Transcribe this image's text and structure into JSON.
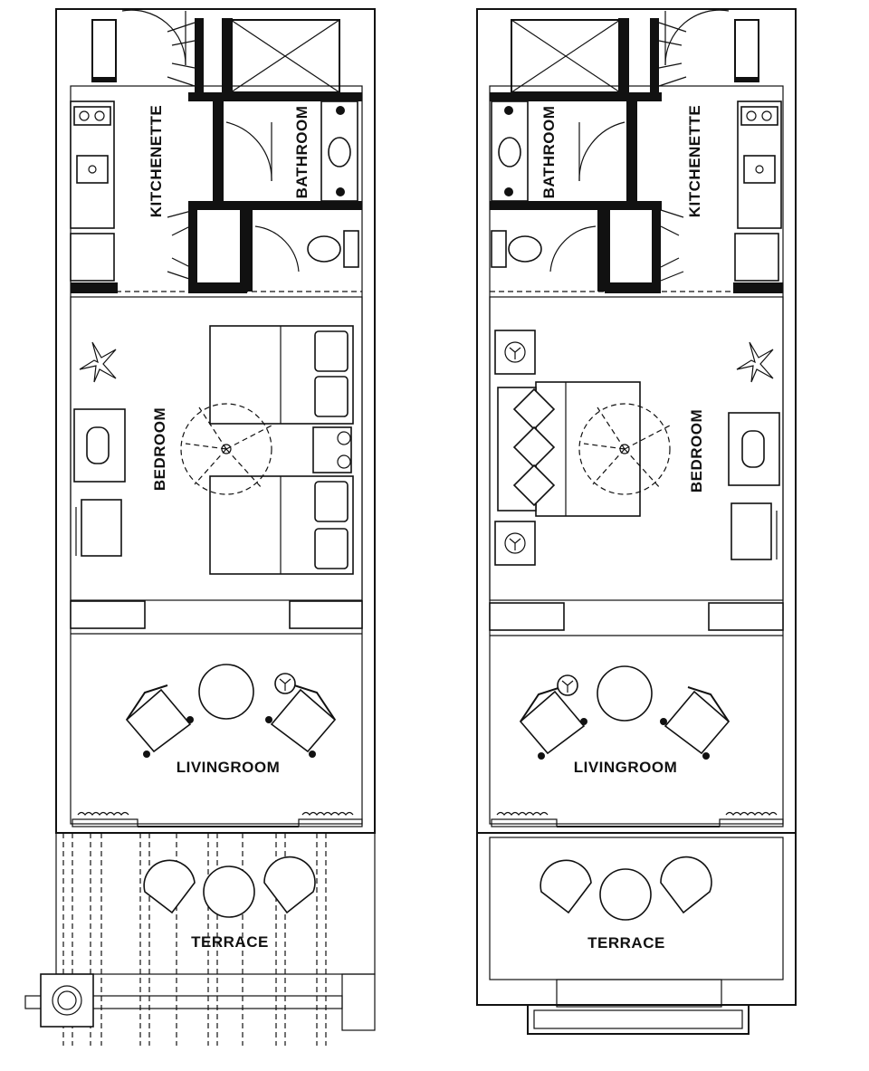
{
  "plans": [
    {
      "id": "left-unit",
      "rooms": {
        "kitchenette": "KITCHENETTE",
        "bathroom": "BATHROOM",
        "bedroom": "BEDROOM",
        "livingroom": "LIVINGROOM",
        "terrace": "TERRACE"
      }
    },
    {
      "id": "right-unit",
      "rooms": {
        "kitchenette": "KITCHENETTE",
        "bathroom": "BATHROOM",
        "bedroom": "BEDROOM",
        "livingroom": "LIVINGROOM",
        "terrace": "TERRACE"
      }
    }
  ],
  "icons": {
    "stove": "stove-icon",
    "sink": "sink-icon",
    "toilet": "toilet-icon",
    "plant": "plant-icon",
    "ceiling_fan": "ceiling-fan-icon",
    "lamp": "lamp-icon"
  }
}
